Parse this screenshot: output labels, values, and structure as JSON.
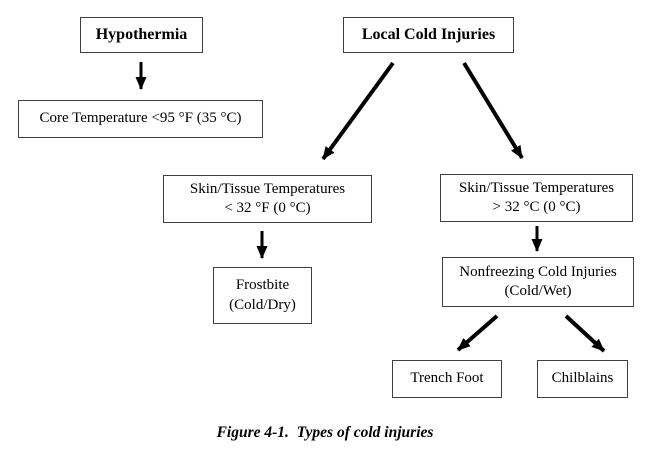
{
  "diagram": {
    "hypothermia": {
      "label": "Hypothermia"
    },
    "local_cold_injuries": {
      "label": "Local Cold Injuries"
    },
    "core_temperature": {
      "label": "Core Temperature <95 °F (35 °C)"
    },
    "skin_freezing": {
      "line1": "Skin/Tissue Temperatures",
      "line2": "< 32 °F (0 °C)"
    },
    "skin_nonfreezing": {
      "line1": "Skin/Tissue Temperatures",
      "line2": "> 32 °C (0 °C)"
    },
    "frostbite": {
      "line1": "Frostbite",
      "line2": "(Cold/Dry)"
    },
    "nonfreezing_cold_injuries": {
      "line1": "Nonfreezing Cold Injuries",
      "line2": "(Cold/Wet)"
    },
    "trench_foot": {
      "label": "Trench Foot"
    },
    "chilblains": {
      "label": "Chilblains"
    }
  },
  "caption": "Figure 4-1.  Types of cold injuries",
  "colors": {
    "background": "#ffffff",
    "box_border": "#3f3f3f",
    "text": "#000000",
    "arrow": "#000000"
  }
}
